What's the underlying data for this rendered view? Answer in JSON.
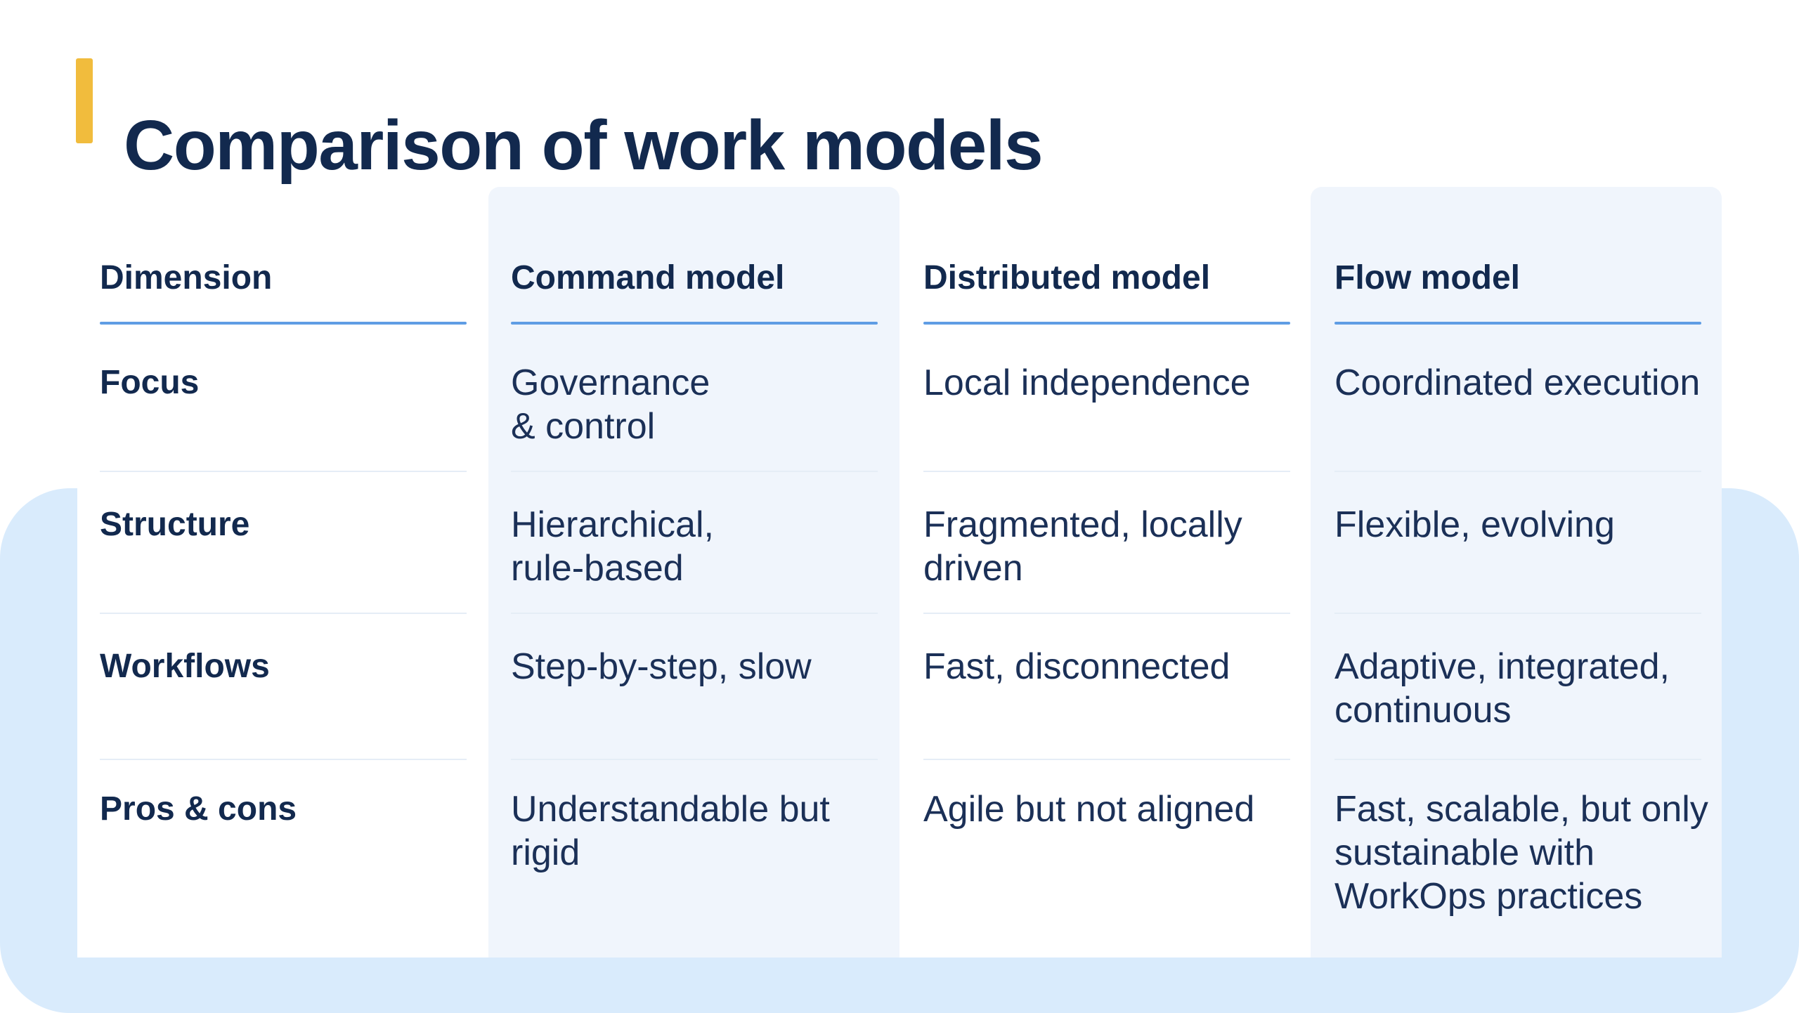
{
  "title": {
    "text": "Comparison of work models"
  },
  "table": {
    "columns": [
      {
        "header": "Dimension",
        "cells": [
          "Focus",
          "Structure",
          "Workflows",
          "Pros & cons"
        ]
      },
      {
        "header": "Command model",
        "cells": [
          "Governance\n& control",
          "Hierarchical,\nrule-based",
          "Step-by-step, slow",
          "Understandable but\nrigid"
        ]
      },
      {
        "header": "Distributed model",
        "cells": [
          "Local independence",
          "Fragmented, locally\ndriven",
          "Fast, disconnected",
          "Agile but not aligned"
        ]
      },
      {
        "header": "Flow model",
        "cells": [
          "Coordinated execution",
          "Flexible, evolving",
          "Adaptive, integrated,\ncontinuous",
          "Fast, scalable, but only\nsustainable with\nWorkOps practices"
        ]
      }
    ]
  },
  "colors": {
    "accent_yellow": "#f1bc3d",
    "navy_heading": "#12294e",
    "navy_body": "#1b3057",
    "underline_blue": "#5f9de4",
    "background_blue": "#d9ebfc",
    "panel_tint": "#f0f5fc",
    "divider": "#e5edf6",
    "page_background": "#ffffff"
  }
}
